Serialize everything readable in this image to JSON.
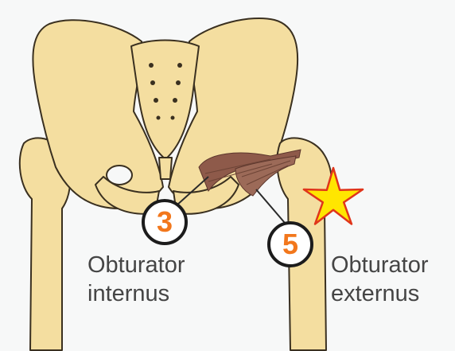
{
  "labels": [
    {
      "number": "3",
      "line1": "Obturator",
      "line2": "internus"
    },
    {
      "number": "5",
      "line1": "Obturator",
      "line2": "externus"
    }
  ],
  "colors": {
    "background": "#f7f8f8",
    "bone": "#f4dea0",
    "bone_outline": "#3a3020",
    "muscle": "#8e5a4a",
    "number_fill": "#f2771c",
    "star_fill": "#ffe600",
    "star_outline": "#e0351b"
  },
  "icons": {
    "highlight": "star-icon"
  }
}
